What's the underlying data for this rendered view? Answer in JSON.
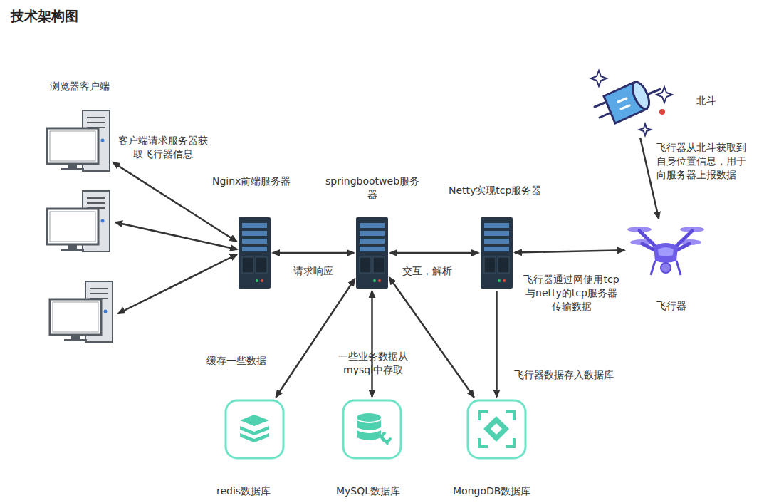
{
  "diagram": {
    "title": "技术架构图",
    "nodes": [
      {
        "text": [
          "浏览器客户端"
        ]
      },
      {
        "text": [
          "Nginx前端服务器"
        ]
      },
      {
        "text": [
          "springbootweb服务器"
        ]
      },
      {
        "text": [
          "Netty实现tcp服务器"
        ]
      },
      {
        "text": [
          "北斗"
        ]
      },
      {
        "text": [
          "飞行器"
        ]
      },
      {
        "text": [
          "redis数据库"
        ]
      },
      {
        "text": [
          "MySQL数据库"
        ]
      },
      {
        "text": [
          "MongoDB数据库"
        ]
      }
    ],
    "edges": [
      {
        "from": 0,
        "to": 1,
        "arrow": "both",
        "label": "客户端请求服务器获取飞行器信息"
      },
      {
        "from": 1,
        "to": 2,
        "arrow": "both",
        "label": "请求响应"
      },
      {
        "from": 2,
        "to": 3,
        "arrow": "both",
        "label": "交互，解析"
      },
      {
        "from": 3,
        "to": 5,
        "arrow": "both",
        "label": "飞行器通过网使用tcp与netty的tcp服务器传输数据"
      },
      {
        "from": 4,
        "to": 5,
        "arrow": "to",
        "label": "飞行器从北斗获取到自身位置信息，用于向服务器上报数据"
      },
      {
        "from": 2,
        "to": 6,
        "arrow": "both",
        "label": "缓存一些数据"
      },
      {
        "from": 2,
        "to": 7,
        "arrow": "both",
        "label": "一些业务数据从mysql中存取"
      },
      {
        "from": 2,
        "to": 8,
        "arrow": "both"
      },
      {
        "from": 3,
        "to": 8,
        "arrow": "to",
        "label": "飞行器数据存入数据库"
      }
    ]
  }
}
